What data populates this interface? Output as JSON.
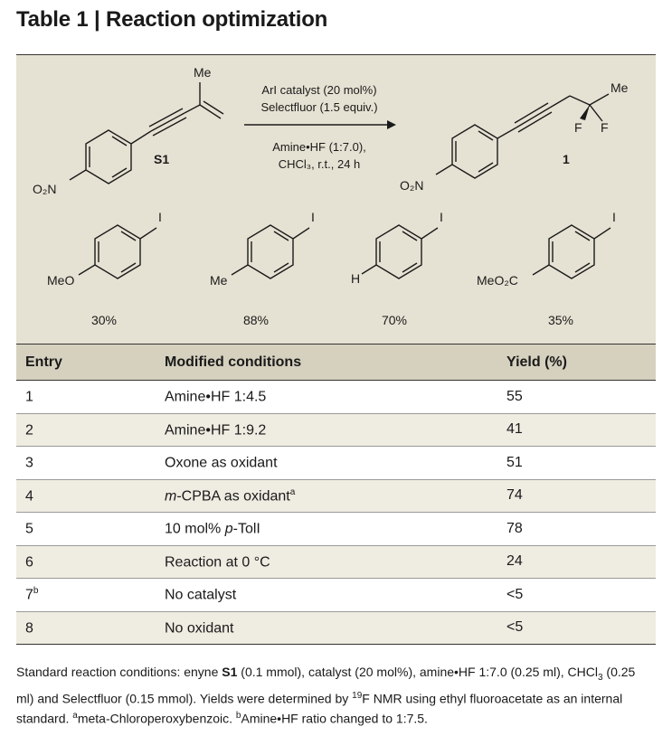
{
  "title": "Table 1 | Reaction optimization",
  "scheme": {
    "substrate_label": "S1",
    "product_label": "1",
    "me_label": "Me",
    "nitro_label": "O₂N",
    "fluorine": "F",
    "conditions_above": [
      "ArI catalyst (20 mol%)",
      "Selectfluor (1.5 equiv.)"
    ],
    "conditions_below": [
      "Amine•HF (1:7.0),",
      "CHCl₃, r.t., 24 h"
    ],
    "catalysts": [
      {
        "substituent": "MeO",
        "iodo": "I",
        "yield": "30%"
      },
      {
        "substituent": "Me",
        "iodo": "I",
        "yield": "88%"
      },
      {
        "substituent": "H",
        "iodo": "I",
        "yield": "70%"
      },
      {
        "substituent": "MeO₂C",
        "iodo": "I",
        "yield": "35%"
      }
    ]
  },
  "table": {
    "headers": [
      "Entry",
      "Modified conditions",
      "Yield (%)"
    ],
    "rows": [
      {
        "entry": "1",
        "sup": "",
        "cond_pre": "Amine•HF 1:4.5",
        "cond_it": "",
        "cond_post": "",
        "cond_sup": "",
        "yield": "55"
      },
      {
        "entry": "2",
        "sup": "",
        "cond_pre": "Amine•HF 1:9.2",
        "cond_it": "",
        "cond_post": "",
        "cond_sup": "",
        "yield": "41"
      },
      {
        "entry": "3",
        "sup": "",
        "cond_pre": "Oxone as oxidant",
        "cond_it": "",
        "cond_post": "",
        "cond_sup": "",
        "yield": "51"
      },
      {
        "entry": "4",
        "sup": "",
        "cond_pre": "",
        "cond_it": "m",
        "cond_post": "-CPBA as oxidant",
        "cond_sup": "a",
        "yield": "74"
      },
      {
        "entry": "5",
        "sup": "",
        "cond_pre": "10 mol% ",
        "cond_it": "p",
        "cond_post": "-TolI",
        "cond_sup": "",
        "yield": "78"
      },
      {
        "entry": "6",
        "sup": "",
        "cond_pre": "Reaction at 0 °C",
        "cond_it": "",
        "cond_post": "",
        "cond_sup": "",
        "yield": "24"
      },
      {
        "entry": "7",
        "sup": "b",
        "cond_pre": "No catalyst",
        "cond_it": "",
        "cond_post": "",
        "cond_sup": "",
        "yield": "<5"
      },
      {
        "entry": "8",
        "sup": "",
        "cond_pre": "No oxidant",
        "cond_it": "",
        "cond_post": "",
        "cond_sup": "",
        "yield": "<5"
      }
    ]
  },
  "footnote": {
    "p1": "Standard reaction conditions: enyne ",
    "s1": "S1",
    "p2": " (0.1 mmol), catalyst (20 mol%), amine•HF 1:7.0 (0.25 ml), CHCl",
    "sub3": "3",
    "p3": " (0.25 ml) and Selectfluor (0.15 mmol). Yields were determined by ",
    "sup19": "19",
    "p4": "F NMR using ethyl fluoroacetate as an internal standard. ",
    "supa": "a",
    "p5": "meta-Chloroperoxybenzoic. ",
    "supb": "b",
    "p6": "Amine•HF ratio changed to 1:7.5."
  }
}
